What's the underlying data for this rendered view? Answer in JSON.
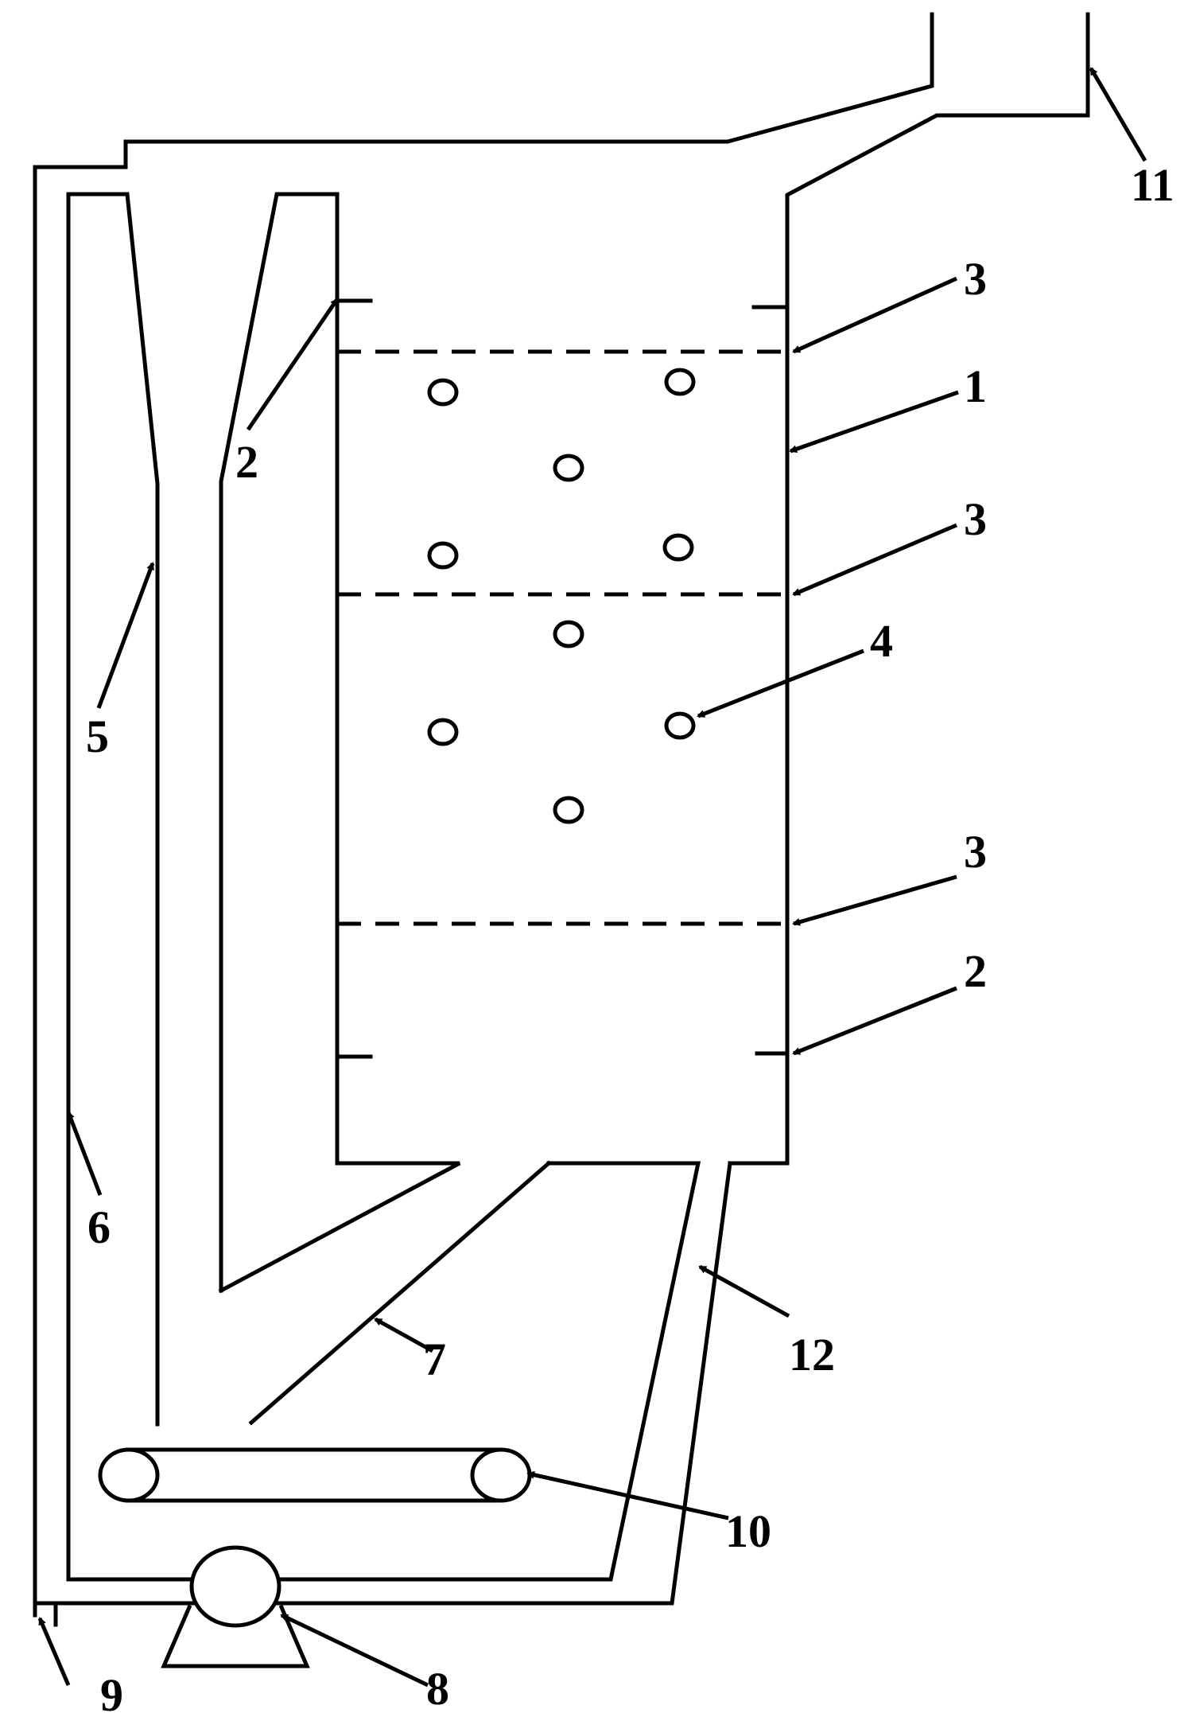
{
  "figure": {
    "labels": [
      {
        "id": "label-1",
        "text": "1"
      },
      {
        "id": "label-2a",
        "text": "2"
      },
      {
        "id": "label-2b",
        "text": "2"
      },
      {
        "id": "label-3a",
        "text": "3"
      },
      {
        "id": "label-3b",
        "text": "3"
      },
      {
        "id": "label-3c",
        "text": "3"
      },
      {
        "id": "label-4",
        "text": "4"
      },
      {
        "id": "label-5",
        "text": "5"
      },
      {
        "id": "label-6",
        "text": "6"
      },
      {
        "id": "label-7",
        "text": "7"
      },
      {
        "id": "label-8",
        "text": "8"
      },
      {
        "id": "label-9",
        "text": "9"
      },
      {
        "id": "label-10",
        "text": "10"
      },
      {
        "id": "label-11",
        "text": "11"
      },
      {
        "id": "label-12",
        "text": "12"
      }
    ]
  }
}
